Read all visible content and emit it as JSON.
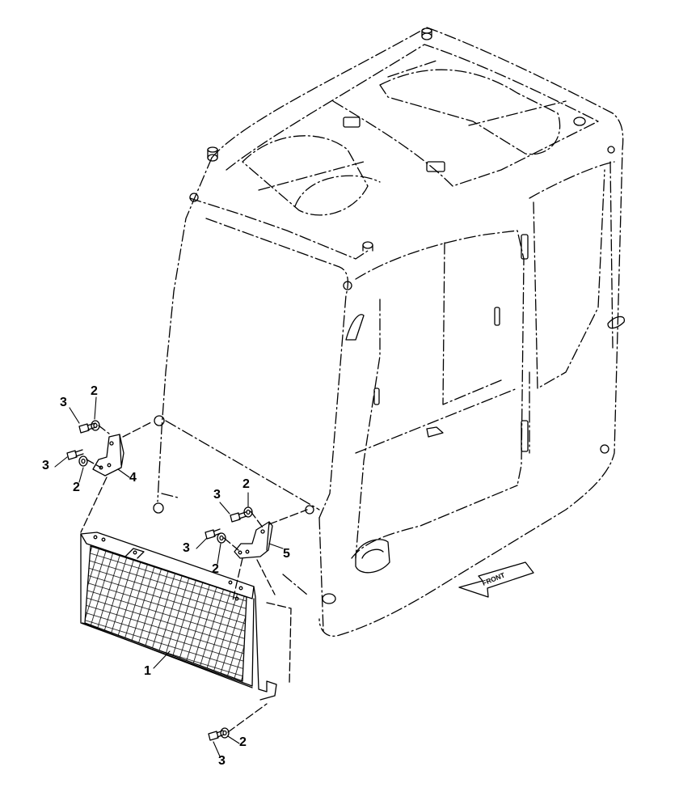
{
  "diagram": {
    "front_label": "FRONT",
    "callouts": {
      "c1": "1",
      "c2a": "2",
      "c2b": "2",
      "c2c": "2",
      "c2d": "2",
      "c2e": "2",
      "c3a": "3",
      "c3b": "3",
      "c3c": "3",
      "c3d": "3",
      "c3e": "3",
      "c4": "4",
      "c5": "5"
    }
  },
  "colors": {
    "line": "#000000",
    "background": "#ffffff"
  }
}
